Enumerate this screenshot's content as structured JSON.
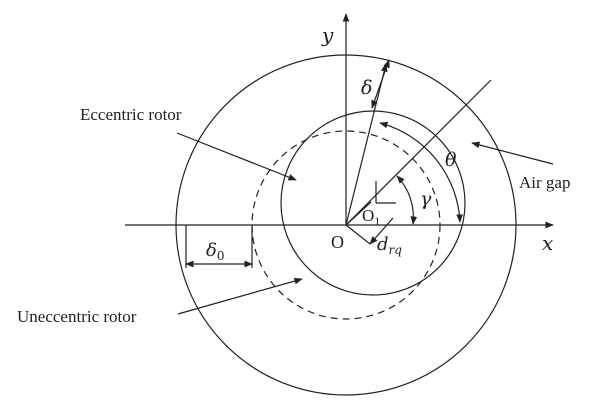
{
  "labels": {
    "y_axis": "y",
    "x_axis": "x",
    "delta": "δ",
    "theta": "θ",
    "gamma": "γ",
    "origin": "O",
    "o1_main": "O",
    "o1_sub": "1",
    "d_main": "d",
    "d_sub": "rq",
    "delta0_main": "δ",
    "delta0_sub": "0",
    "eccentric_rotor": "Eccentric rotor",
    "uneccentric_rotor": "Uneccentric rotor",
    "air_gap": "Air gap"
  },
  "colors": {
    "ink": "#222222",
    "background": "#ffffff"
  }
}
